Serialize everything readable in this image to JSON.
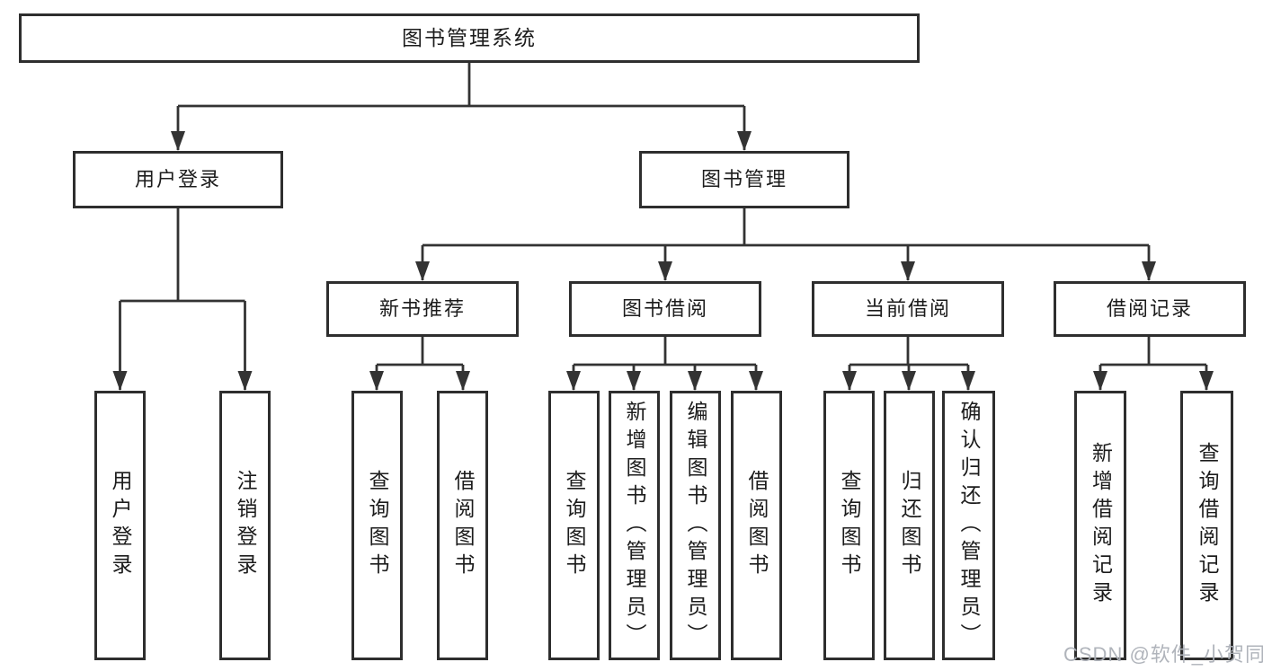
{
  "diagram": {
    "type": "hierarchy-tree",
    "root": {
      "label": "图书管理系统"
    },
    "branches": [
      {
        "label": "用户登录",
        "children": [
          {
            "label": "用户登录"
          },
          {
            "label": "注销登录"
          }
        ]
      },
      {
        "label": "图书管理",
        "children": [
          {
            "label": "新书推荐",
            "children": [
              {
                "label": "查询图书"
              },
              {
                "label": "借阅图书"
              }
            ]
          },
          {
            "label": "图书借阅",
            "children": [
              {
                "label": "查询图书"
              },
              {
                "label": "新增图书（管理员）"
              },
              {
                "label": "编辑图书（管理员）"
              },
              {
                "label": "借阅图书"
              }
            ]
          },
          {
            "label": "当前借阅",
            "children": [
              {
                "label": "查询图书"
              },
              {
                "label": "归还图书"
              },
              {
                "label": "确认归还（管理员）"
              }
            ]
          },
          {
            "label": "借阅记录",
            "children": [
              {
                "label": "新增借阅记录"
              },
              {
                "label": "查询借阅记录"
              }
            ]
          }
        ]
      }
    ]
  },
  "watermark": {
    "text": "CSDN @软件_小贺同学"
  },
  "colors": {
    "background": "#ffffff",
    "line": "#333333",
    "box_border": "#2e2e2e",
    "text": "#1c1c1c",
    "watermark": "#acb0b7"
  }
}
